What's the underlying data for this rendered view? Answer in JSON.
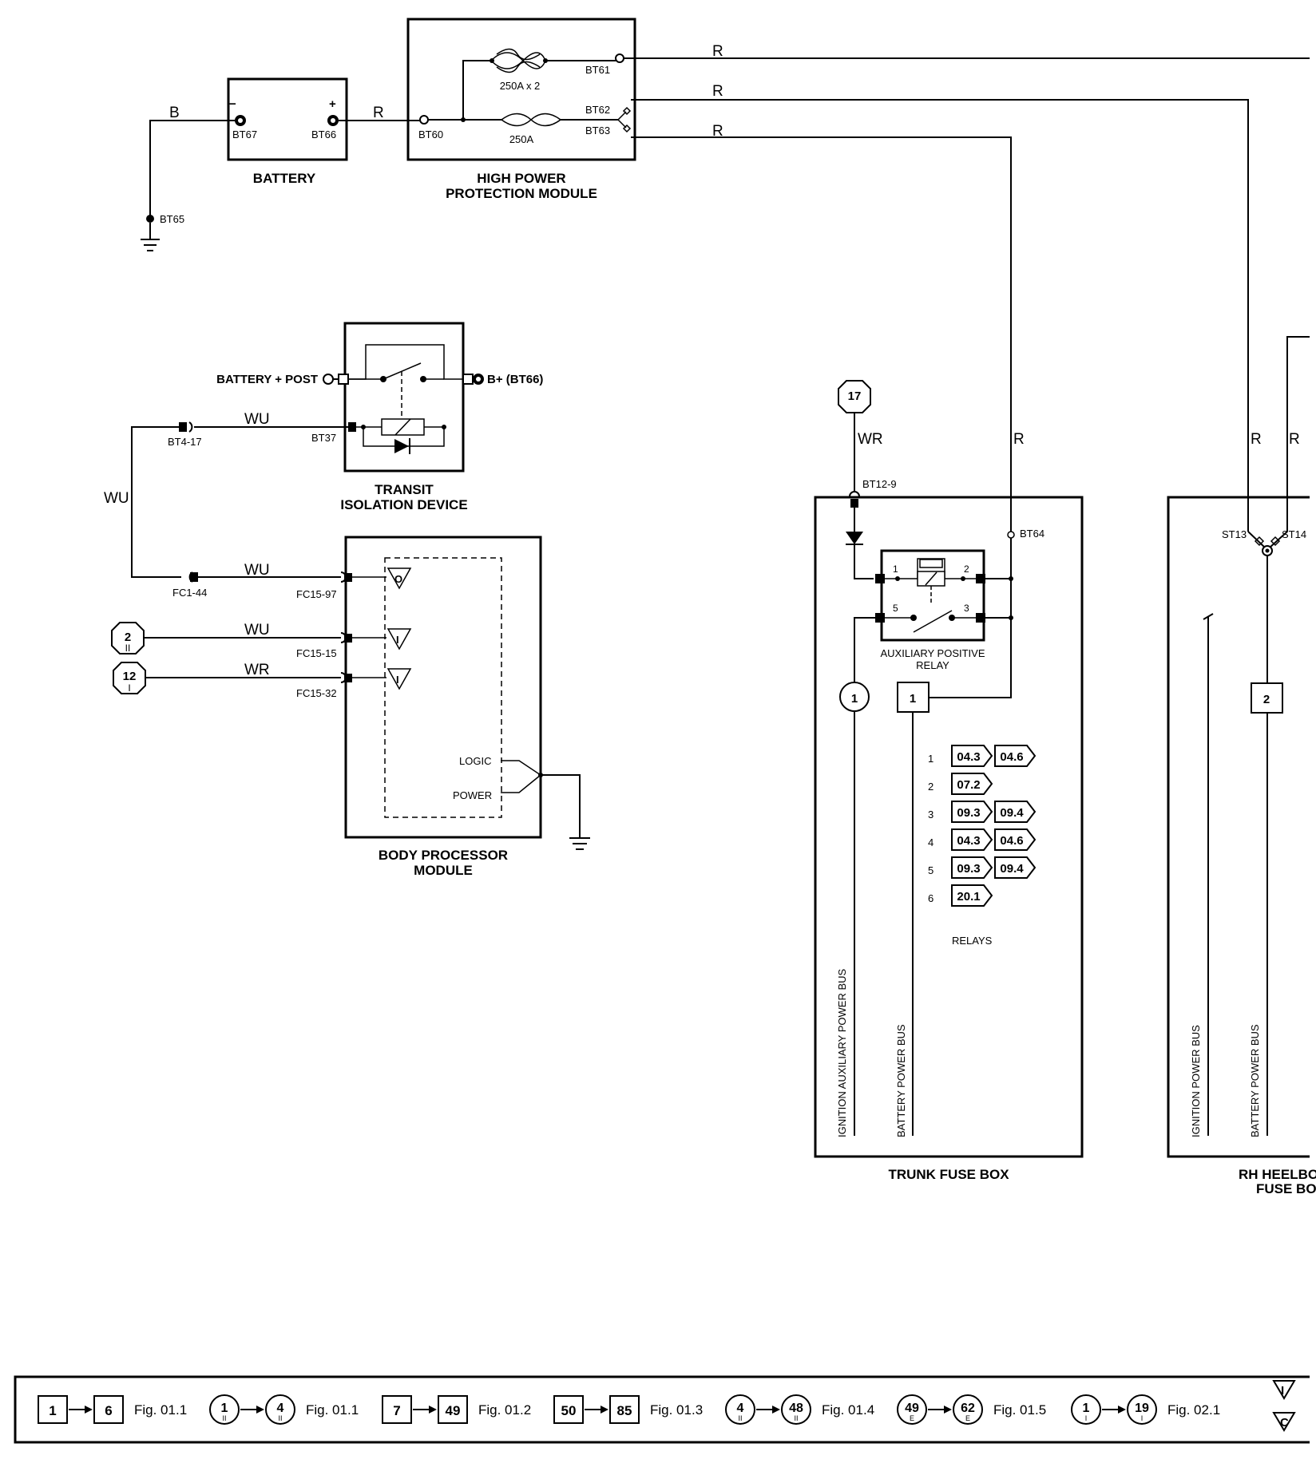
{
  "battery": {
    "title": "BATTERY",
    "neg_pin": "BT67",
    "pos_pin": "BT66",
    "neg_sign": "−",
    "pos_sign": "+"
  },
  "ground_label": "BT65",
  "hppm": {
    "title1": "HIGH POWER",
    "title2": "PROTECTION MODULE",
    "fuse1": "250A x 2",
    "fuse2": "250A",
    "pin_in": "BT60",
    "pin_61": "BT61",
    "pin_62": "BT62",
    "pin_63": "BT63"
  },
  "wires": {
    "b": "B",
    "r": "R",
    "wu": "WU",
    "wr": "WR"
  },
  "tid": {
    "title1": "TRANSIT",
    "title2": "ISOLATION DEVICE",
    "left_label": "BATTERY + POST",
    "right_label": "B+ (BT66)",
    "pin": "BT37",
    "conn": "BT4-17"
  },
  "bpm": {
    "title1": "BODY PROCESSOR",
    "title2": "MODULE",
    "pin1": "FC15-97",
    "pin2": "FC15-15",
    "pin3": "FC15-32",
    "conn": "FC1-44",
    "logic": "LOGIC",
    "power": "POWER",
    "sym_o": "O",
    "sym_i": "I",
    "ref2": "2",
    "ref2_sub": "II",
    "ref12": "12",
    "ref12_sub": "I"
  },
  "trunk": {
    "title": "TRUNK FUSE BOX",
    "ref17": "17",
    "conn": "BT12-9",
    "pin": "BT64",
    "relay1": "AUXILIARY POSITIVE",
    "relay2": "RELAY",
    "relay_pins": [
      "1",
      "2",
      "5",
      "3"
    ],
    "circle_ref": "1",
    "box_ref": "1",
    "bus1": "IGNITION AUXILIARY POWER BUS",
    "bus2": "BATTERY POWER BUS",
    "relays_label": "RELAYS",
    "relays": [
      {
        "n": "1",
        "refs": [
          "04.3",
          "04.6"
        ]
      },
      {
        "n": "2",
        "refs": [
          "07.2"
        ]
      },
      {
        "n": "3",
        "refs": [
          "09.3",
          "09.4"
        ]
      },
      {
        "n": "4",
        "refs": [
          "04.3",
          "04.6"
        ]
      },
      {
        "n": "5",
        "refs": [
          "09.3",
          "09.4"
        ]
      },
      {
        "n": "6",
        "refs": [
          "20.1"
        ]
      }
    ]
  },
  "rh": {
    "title1": "RH HEELBO",
    "title2": "FUSE BO",
    "st13": "ST13",
    "st14": "ST14",
    "box_ref": "2",
    "bus1": "IGNITION POWER BUS",
    "bus2": "BATTERY POWER BUS"
  },
  "legend": [
    {
      "a": "1",
      "b": "6",
      "shape": "square",
      "fig": "Fig. 01.1"
    },
    {
      "a": "1",
      "b": "4",
      "shape": "circle",
      "sub": "II",
      "fig": "Fig. 01.1"
    },
    {
      "a": "7",
      "b": "49",
      "shape": "square",
      "fig": "Fig. 01.2"
    },
    {
      "a": "50",
      "b": "85",
      "shape": "square",
      "fig": "Fig. 01.3"
    },
    {
      "a": "4",
      "b": "48",
      "shape": "circle",
      "sub": "II",
      "fig": "Fig. 01.4"
    },
    {
      "a": "49",
      "b": "62",
      "shape": "circle",
      "sub": "E",
      "fig": "Fig. 01.5"
    },
    {
      "a": "1",
      "b": "19",
      "shape": "circle",
      "sub": "I",
      "fig": "Fig. 02.1"
    }
  ],
  "legend_tail": [
    "I",
    "C"
  ]
}
